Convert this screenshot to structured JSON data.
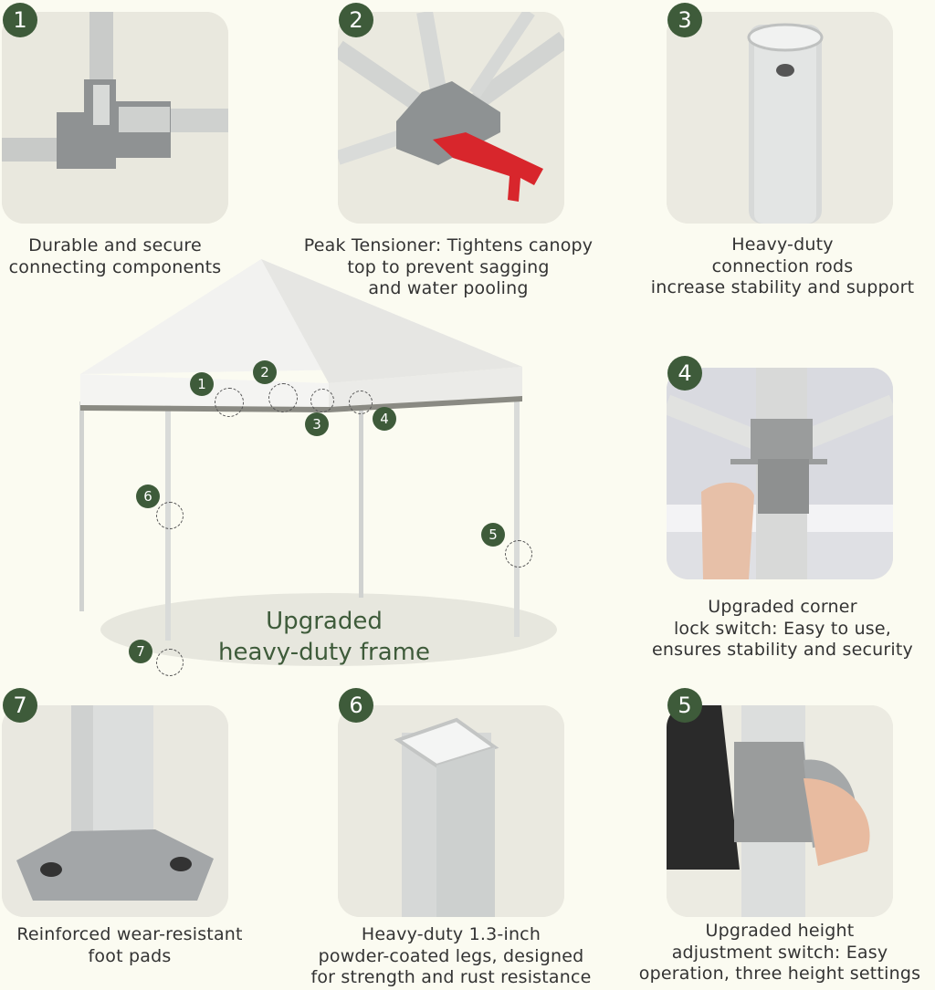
{
  "panels": [
    {
      "id": "1",
      "lines": [
        "Durable and secure",
        "connecting components"
      ]
    },
    {
      "id": "2",
      "lines": [
        "Peak Tensioner: Tightens canopy",
        "top to prevent sagging",
        "and water pooling"
      ]
    },
    {
      "id": "3",
      "lines": [
        "Heavy-duty",
        "connection rods",
        "increase stability and support"
      ]
    },
    {
      "id": "4",
      "lines": [
        "Upgraded corner",
        "lock switch: Easy to use,",
        "ensures stability and security"
      ]
    },
    {
      "id": "7",
      "lines": [
        "Reinforced wear-resistant",
        "foot pads"
      ]
    },
    {
      "id": "6",
      "lines": [
        "Heavy-duty 1.3-inch",
        "powder-coated legs, designed",
        "for strength and rust resistance"
      ]
    },
    {
      "id": "5",
      "lines": [
        "Upgraded height",
        "adjustment switch: Easy",
        "operation, three height settings"
      ]
    }
  ],
  "center": {
    "title_lines": [
      "Upgraded",
      "heavy-duty frame"
    ],
    "markers": [
      "1",
      "2",
      "3",
      "4",
      "5",
      "6",
      "7"
    ]
  },
  "colors": {
    "accent": "#3e5b3a",
    "background": "#fbfbf1",
    "panel": "#e7e6dc",
    "tensioner": "#d8262c"
  }
}
